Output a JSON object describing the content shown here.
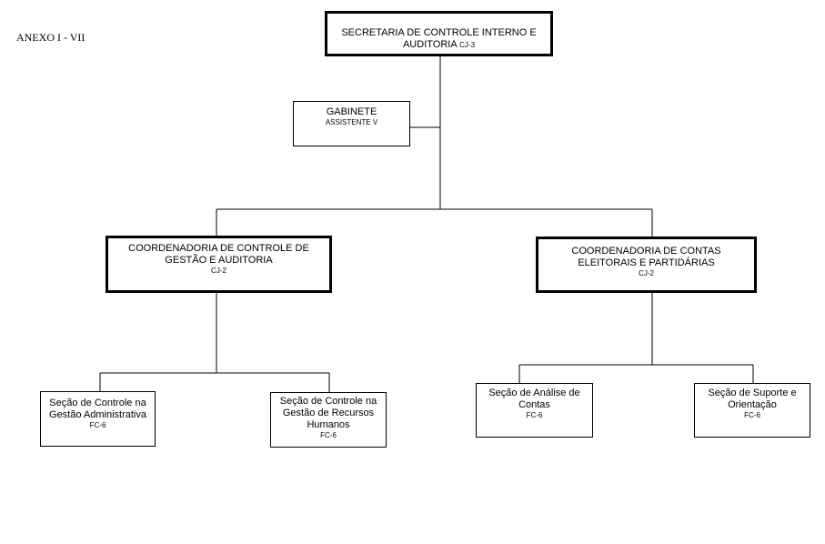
{
  "annex": "ANEXO I - VII",
  "secretaria": {
    "line1": "SECRETARIA DE CONTROLE INTERNO  E",
    "line2": "AUDITORIA",
    "code": "CJ-3"
  },
  "gabinete": {
    "title": "GABINETE",
    "code": "ASSISTENTE V"
  },
  "coord_gestao": {
    "line1": "COORDENADORIA DE CONTROLE DE",
    "line2": "GESTÃO E AUDITORIA",
    "code": "CJ-2"
  },
  "coord_contas": {
    "line1": "COORDENADORIA DE CONTAS",
    "line2": "ELEITORAIS E PARTIDÁRIAS",
    "code": "CJ-2"
  },
  "secao_admin": {
    "line1": "Seção de Controle na",
    "line2": "Gestão Administrativa",
    "code": "FC-6"
  },
  "secao_rh": {
    "line1": "Seção de Controle na",
    "line2": "Gestão de Recursos",
    "line3": "Humanos",
    "code": "FC-6"
  },
  "secao_analise": {
    "line1": "Seção de Análise de",
    "line2": "Contas",
    "code": "FC-6"
  },
  "secao_suporte": {
    "line1": "Seção de Suporte e",
    "line2": "Orientação",
    "code": "FC-6"
  }
}
